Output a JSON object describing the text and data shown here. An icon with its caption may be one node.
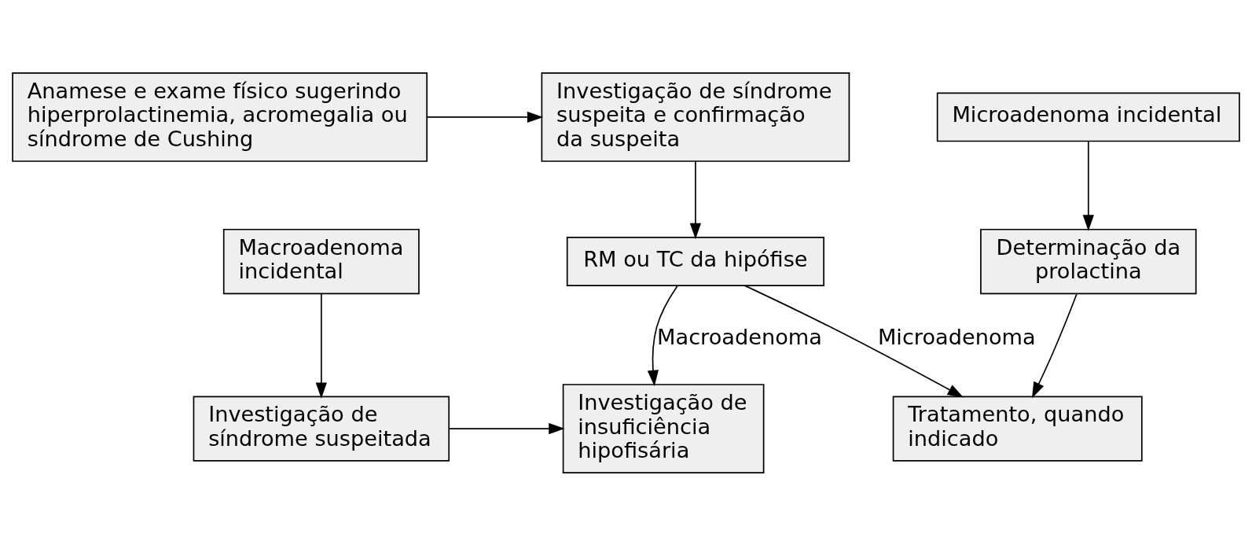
{
  "diagram": {
    "nodes": [
      {
        "text": [
          "Anamese e exame físico sugerindo hiperprolactinemia, acromegalia ou síndrome de Cushing"
        ]
      },
      {
        "text": [
          "Investigação de síndrome suspeita e confirmação da suspeita"
        ]
      },
      {
        "text": [
          "Microadenoma incidental"
        ]
      },
      {
        "text": [
          "RM ou TC da hipófise"
        ]
      },
      {
        "text": [
          "Determinação da prolactina"
        ]
      },
      {
        "text": [
          "Macroadenoma incidental"
        ]
      },
      {
        "text": [
          "Investigação de síndrome suspeitada"
        ]
      },
      {
        "text": [
          "Investigação de insuficiência hipofisária"
        ]
      },
      {
        "text": [
          "Tratamento, quando indicado"
        ]
      }
    ],
    "edges": [
      {
        "from": 0,
        "to": 1,
        "arrow": "to"
      },
      {
        "from": 1,
        "to": 3,
        "arrow": "to"
      },
      {
        "from": 2,
        "to": 4,
        "arrow": "to"
      },
      {
        "from": 3,
        "to": 7,
        "arrow": "to",
        "label": "Macroadenoma"
      },
      {
        "from": 3,
        "to": 8,
        "arrow": "to",
        "label": "Microadenoma"
      },
      {
        "from": 5,
        "to": 6,
        "arrow": "to"
      },
      {
        "from": 6,
        "to": 7,
        "arrow": "to"
      },
      {
        "from": 4,
        "to": 8,
        "arrow": "to"
      }
    ]
  }
}
